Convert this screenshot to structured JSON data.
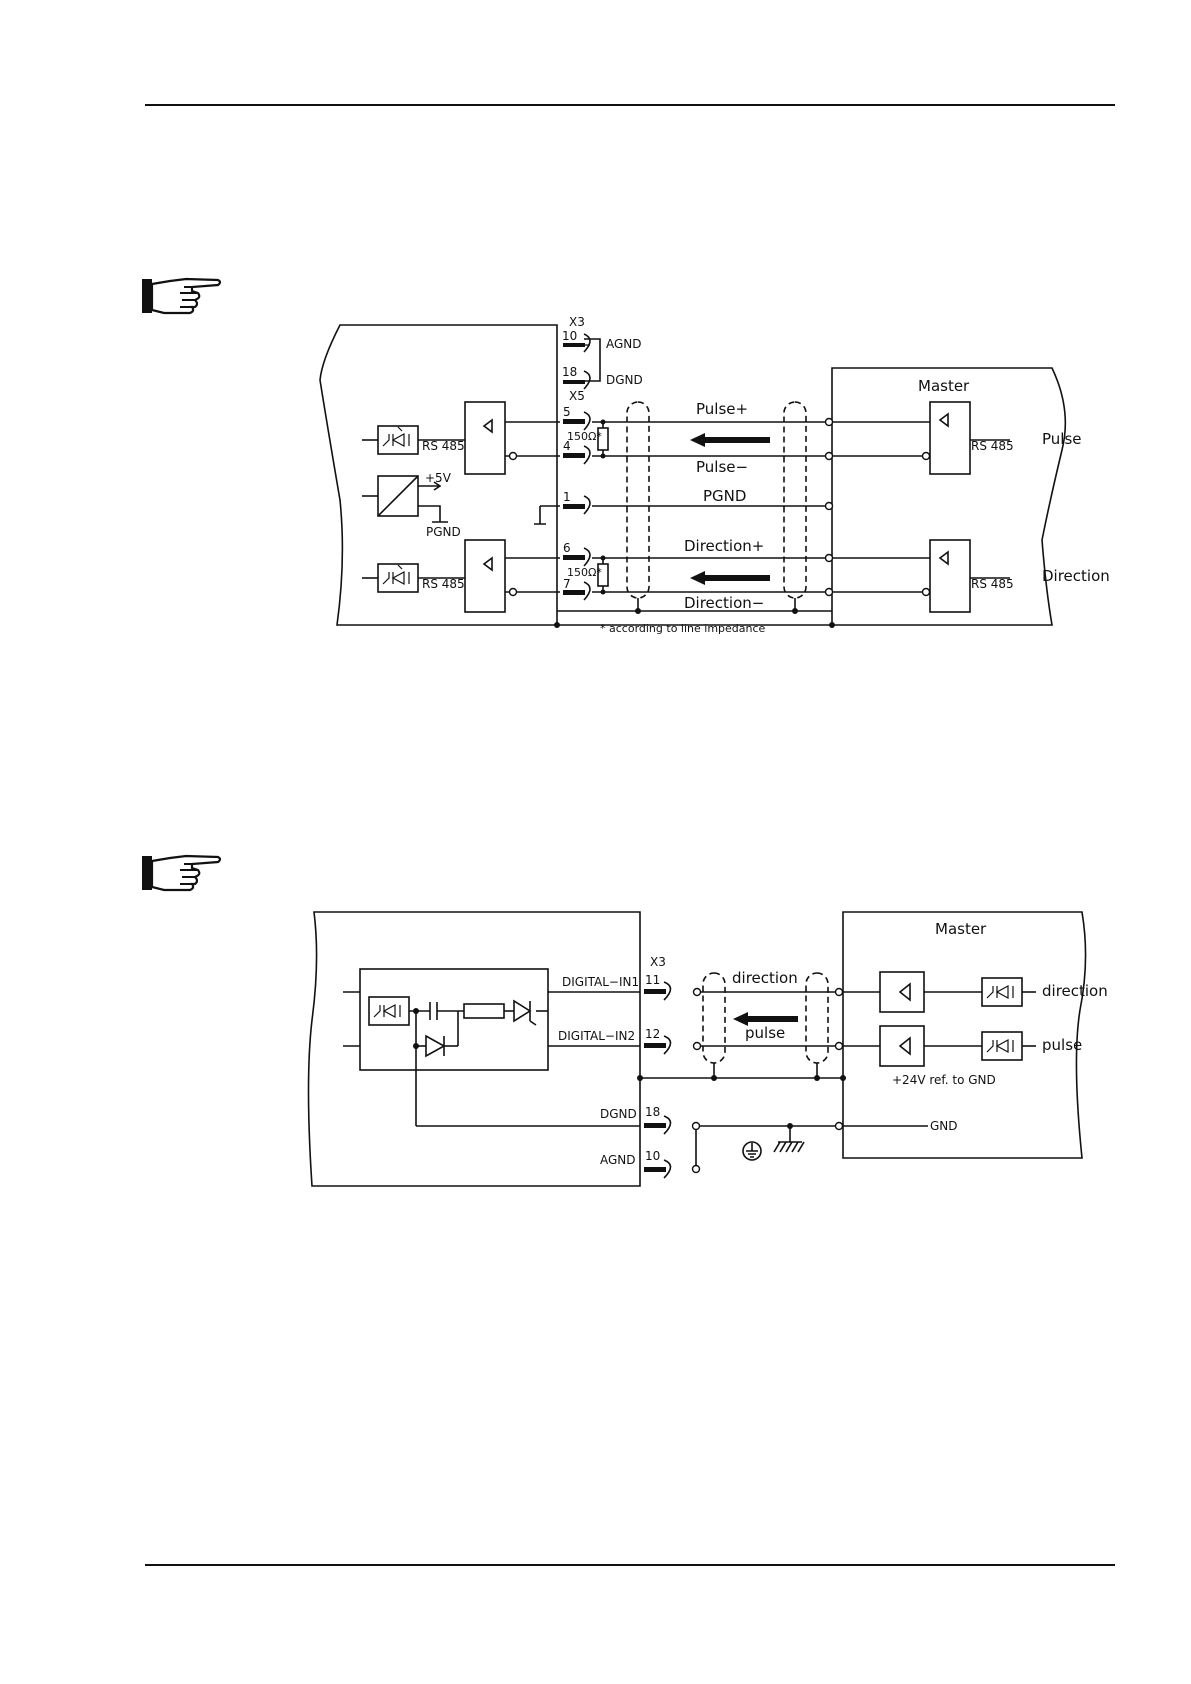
{
  "diagram1": {
    "connector_x3": "X3",
    "pin_10": "10",
    "pin_18": "18",
    "agnd": "AGND",
    "dgnd": "DGND",
    "connector_x5": "X5",
    "pin_5": "5",
    "pin_4": "4",
    "pin_1": "1",
    "pin_6": "6",
    "pin_7": "7",
    "resistor_top": "150Ω*",
    "resistor_bottom": "150Ω*",
    "rs485_left_top": "RS 485",
    "rs485_left_bottom": "RS 485",
    "rs485_right_top": "RS 485",
    "rs485_right_bottom": "RS 485",
    "plus5v": "+5V",
    "pgnd_left": "PGND",
    "pulse_plus": "Pulse+",
    "pulse_minus": "Pulse−",
    "pgnd_line": "PGND",
    "direction_plus": "Direction+",
    "direction_minus": "Direction−",
    "master": "Master",
    "pulse": "Pulse",
    "direction": "Direction",
    "footnote": "* according to line impedance"
  },
  "diagram2": {
    "connector_x3": "X3",
    "digital_in1": "DIGITAL−IN1",
    "digital_in2": "DIGITAL−IN2",
    "pin_11": "11",
    "pin_12": "12",
    "dgnd": "DGND",
    "pin_18": "18",
    "agnd": "AGND",
    "pin_10": "10",
    "direction_line": "direction",
    "pulse_line": "pulse",
    "master": "Master",
    "direction_out": "direction",
    "pulse_out": "pulse",
    "ref_24v": "+24V ref. to GND",
    "gnd": "GND"
  }
}
